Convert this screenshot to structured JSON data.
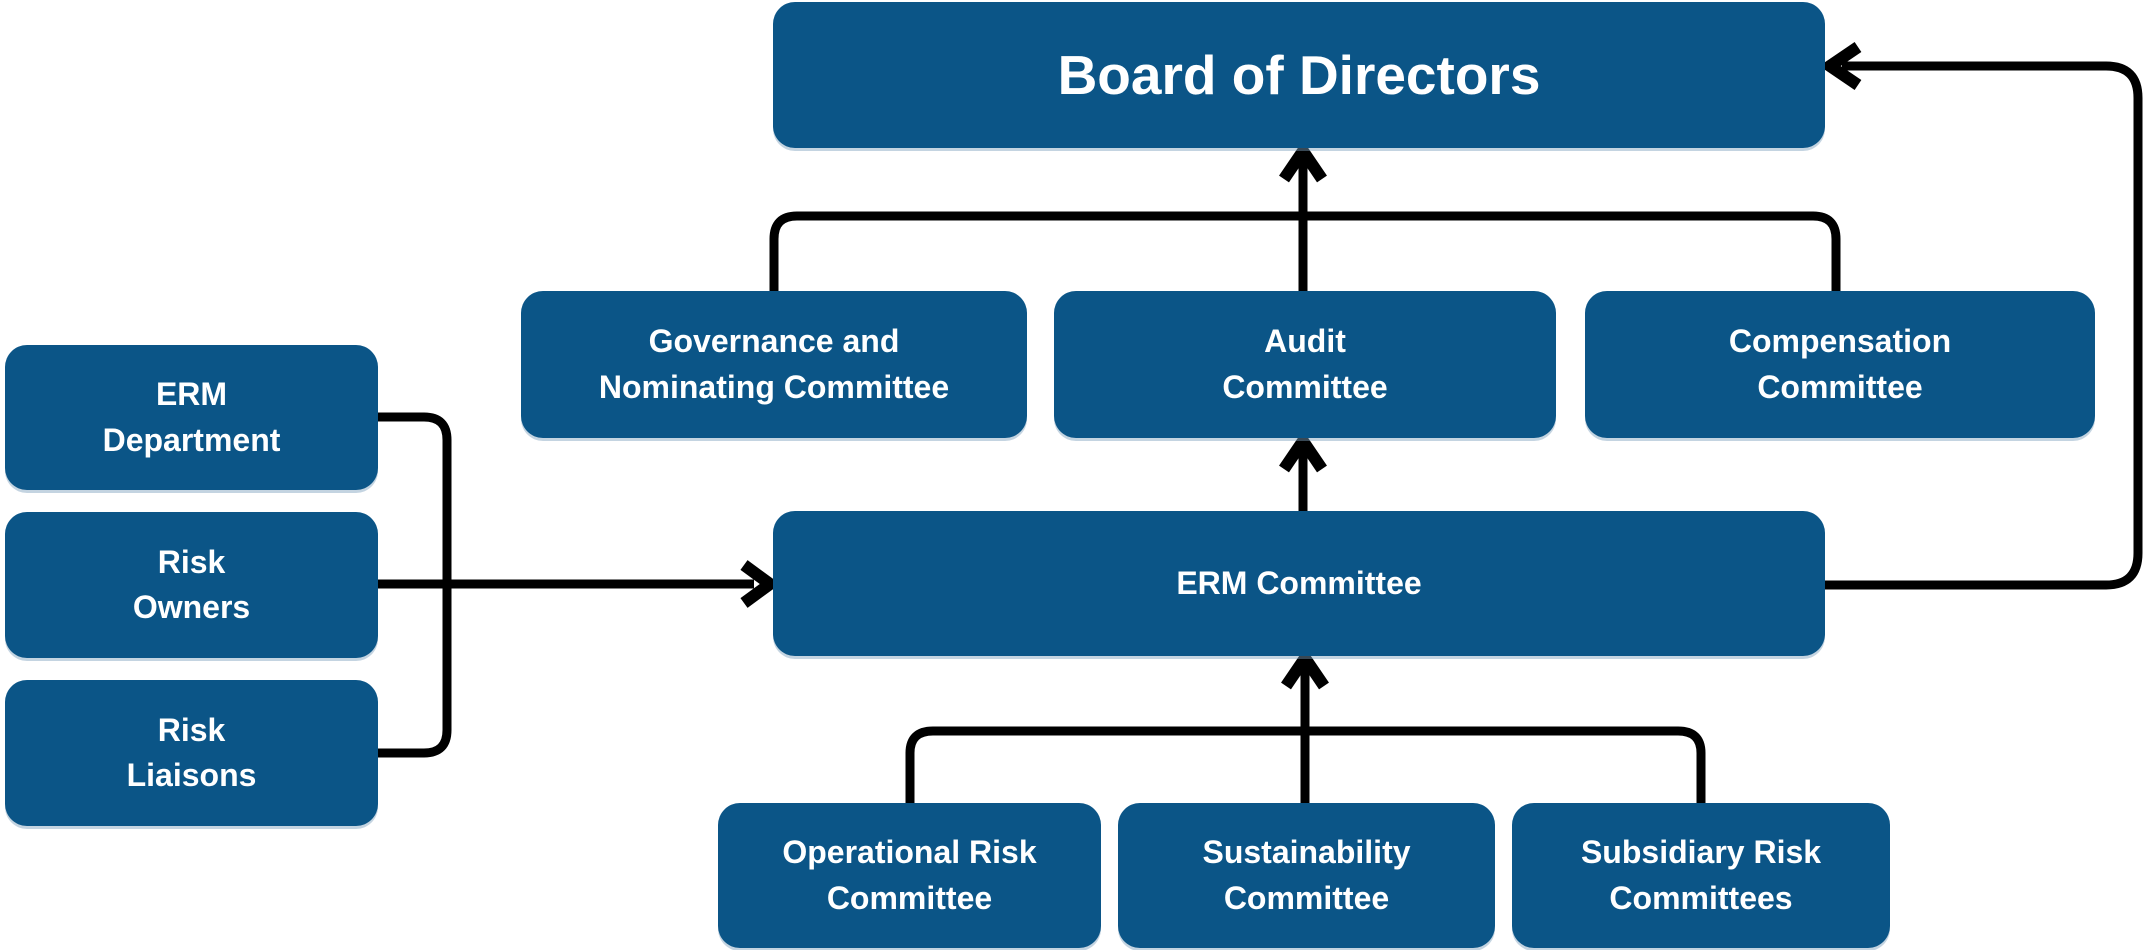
{
  "diagram": {
    "type": "org-chart",
    "subject": "ERM governance structure",
    "colors": {
      "box": "#0B5587",
      "text": "#FFFFFF",
      "line": "#000000",
      "background": "#FFFFFF"
    },
    "nodes": {
      "board": {
        "label": "Board of Directors"
      },
      "governance": {
        "label": "Governance and\nNominating Committee"
      },
      "audit": {
        "label": "Audit\nCommittee"
      },
      "compensation": {
        "label": "Compensation\nCommittee"
      },
      "erm_committee": {
        "label": "ERM Committee"
      },
      "operational": {
        "label": "Operational Risk\nCommittee"
      },
      "sustainability": {
        "label": "Sustainability\nCommittee"
      },
      "subsidiary": {
        "label": "Subsidiary Risk\nCommittees"
      },
      "erm_department": {
        "label": "ERM\nDepartment"
      },
      "risk_owners": {
        "label": "Risk\nOwners"
      },
      "risk_liaisons": {
        "label": "Risk\nLiaisons"
      }
    },
    "edges": [
      {
        "from": "governance",
        "to": "board",
        "style": "line"
      },
      {
        "from": "audit",
        "to": "board",
        "style": "arrow-up"
      },
      {
        "from": "compensation",
        "to": "board",
        "style": "line"
      },
      {
        "from": "erm_committee",
        "to": "audit",
        "style": "arrow-up"
      },
      {
        "from": "operational",
        "to": "erm_committee",
        "style": "line"
      },
      {
        "from": "sustainability",
        "to": "erm_committee",
        "style": "arrow-up"
      },
      {
        "from": "subsidiary",
        "to": "erm_committee",
        "style": "line"
      },
      {
        "from": "erm_department",
        "to": "left-bus",
        "style": "line"
      },
      {
        "from": "risk_liaisons",
        "to": "left-bus",
        "style": "line"
      },
      {
        "from": "risk_owners",
        "to": "erm_committee",
        "style": "arrow-right"
      },
      {
        "from": "erm_committee",
        "to": "board",
        "style": "arrow-loop-right-side"
      }
    ]
  }
}
